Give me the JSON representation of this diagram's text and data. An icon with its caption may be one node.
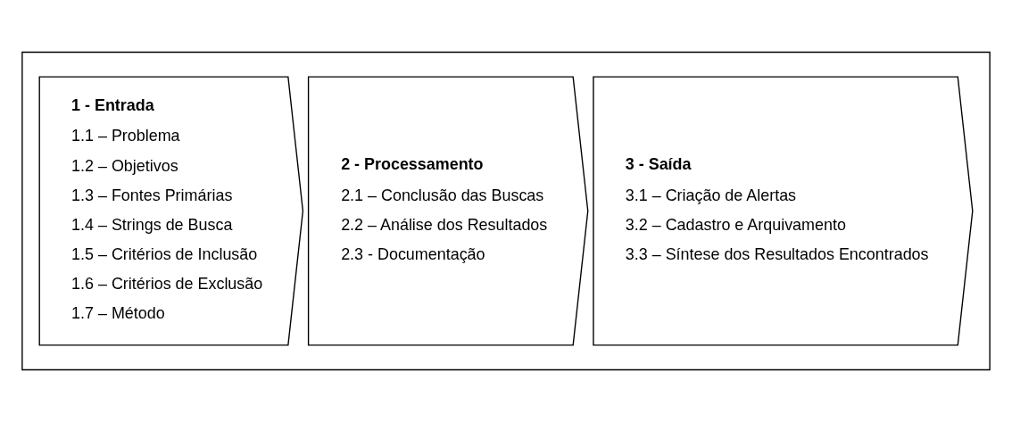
{
  "diagram": {
    "nodes": [
      {
        "text": [],
        "shape": "box"
      },
      {
        "text": [
          "1 - Entrada",
          "1.1 – Problema",
          "1.2 – Objetivos",
          "1.3 – Fontes Primárias",
          "1.4 – Strings de Busca",
          "1.5 – Critérios de Inclusão",
          "1.6 – Critérios de Exclusão",
          "1.7 – Método"
        ],
        "in": 0
      },
      {
        "text": [
          "2 - Processamento",
          "2.1 – Conclusão das Buscas",
          "2.2 – Análise dos Resultados",
          "2.3 - Documentação"
        ],
        "in": 0
      },
      {
        "text": [
          "3 - Saída",
          "3.1 – Criação de Alertas",
          "3.2 – Cadastro e Arquivamento",
          "3.3 – Síntese dos Resultados Encontrados"
        ],
        "in": 0
      }
    ],
    "edges": []
  }
}
